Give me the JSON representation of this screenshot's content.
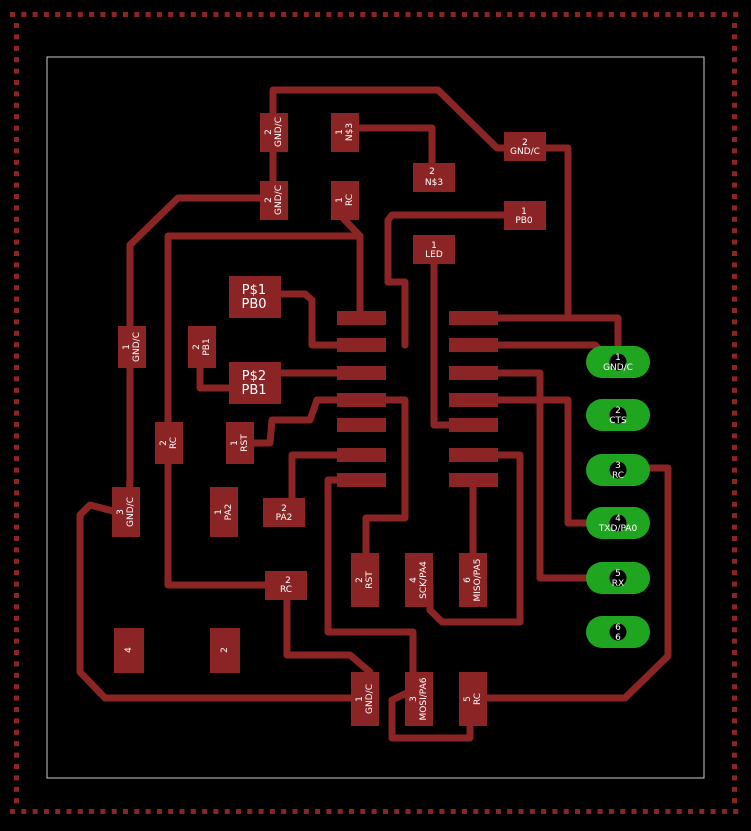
{
  "colors": {
    "background": "#000000",
    "copper": "#8b2525",
    "pad_through": "#1fa51f",
    "hole": "#000000",
    "outline": "#cccccc",
    "frame_dots": "#8b2525"
  },
  "parts": {
    "gnd_top": {
      "num": "2",
      "name": "GND/C"
    },
    "gnd_mid": {
      "num": "2",
      "name": "GND/C"
    },
    "n3_a": {
      "num": "1",
      "name": "N$3"
    },
    "n3_b": {
      "num": "2",
      "name": "N$3"
    },
    "rc_top": {
      "num": "1",
      "name": "RC"
    },
    "gnd_right": {
      "num": "2",
      "name": "GND/C"
    },
    "pb0_pad": {
      "num": "1",
      "name": "PB0"
    },
    "led": {
      "num": "1",
      "name": "LED"
    },
    "gnd_left": {
      "num": "1",
      "name": "GND/C"
    },
    "pb1_small": {
      "num": "2",
      "name": "PB1"
    },
    "ps1_label": {
      "line1": "P$1",
      "line2": "PB0"
    },
    "ps2_label": {
      "line1": "P$2",
      "line2": "PB1"
    },
    "rst_left": {
      "num": "1",
      "name": "RST"
    },
    "rc_left": {
      "num": "2",
      "name": "RC"
    },
    "gnd_low": {
      "num": "3",
      "name": "GND/C"
    },
    "pa2_a": {
      "num": "1",
      "name": "PA2"
    },
    "pa2_b": {
      "num": "2",
      "name": "PA2"
    },
    "rst_bot": {
      "num": "2",
      "name": "RST"
    },
    "sck": {
      "num": "4",
      "name": "SCK/PA4"
    },
    "miso": {
      "num": "6",
      "name": "MISO/PA5"
    },
    "rc_mid": {
      "num": "2",
      "name": "RC"
    },
    "pad4": {
      "num": "4"
    },
    "pad2": {
      "num": "2"
    },
    "gnd_bot": {
      "num": "1",
      "name": "GND/C"
    },
    "mosi": {
      "num": "3",
      "name": "MOSI/PA6"
    },
    "rc_bot": {
      "num": "5",
      "name": "RC"
    }
  },
  "header_pins": [
    {
      "num": "1",
      "name": "GND/C"
    },
    {
      "num": "2",
      "name": "CTS"
    },
    {
      "num": "3",
      "name": "RC"
    },
    {
      "num": "4",
      "name": "TXD/PA0"
    },
    {
      "num": "5",
      "name": "RX"
    },
    {
      "num": "6",
      "name": "6"
    }
  ]
}
